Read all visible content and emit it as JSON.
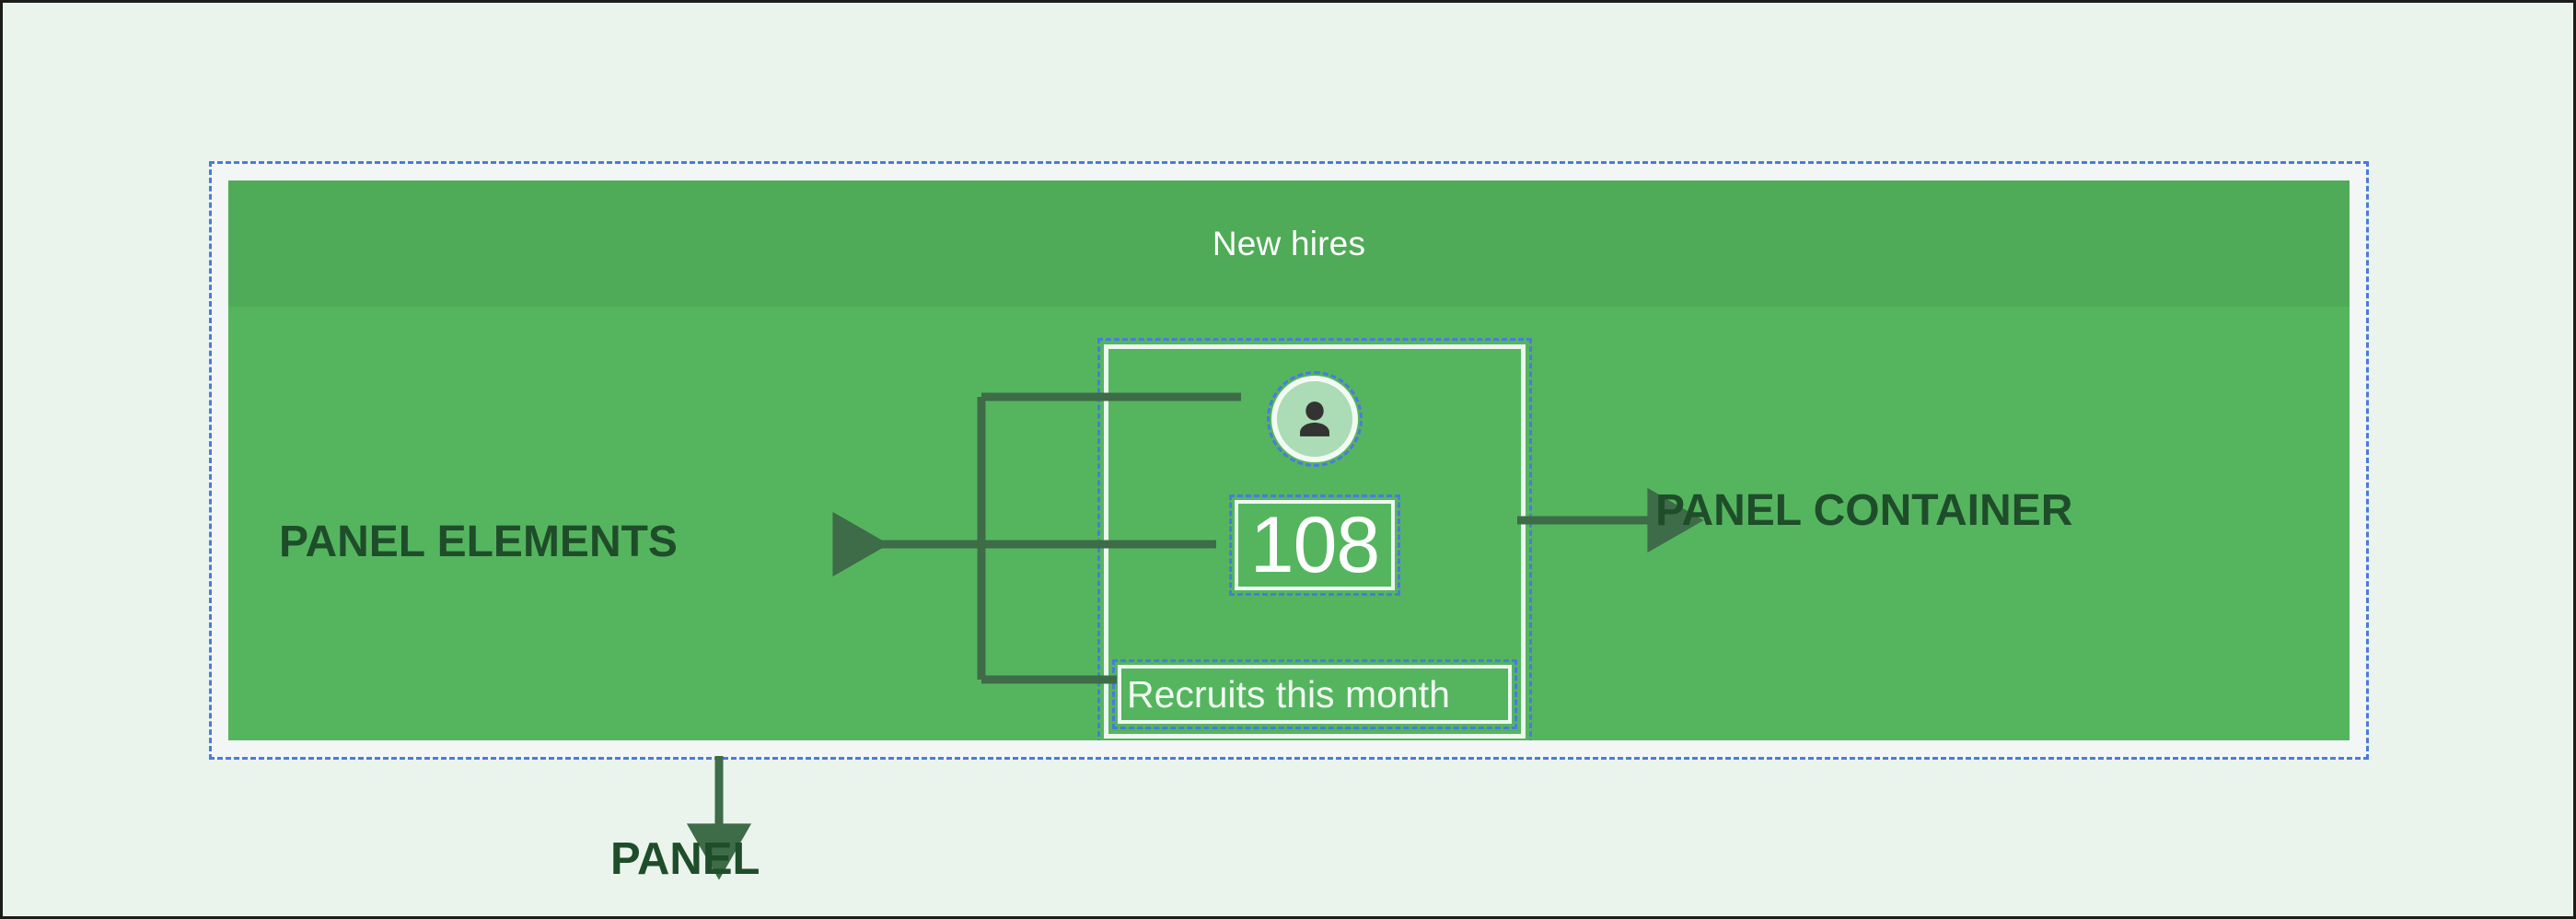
{
  "page": {
    "background_color": "#eaf4ec",
    "border_color": "#1c1c1c",
    "accent_dashed_color": "#4a7ae0",
    "panel_green": "#55b55f",
    "panel_header_green": "#4fab57",
    "annotation_text_color": "#1f4d2a",
    "connector_color": "#3e6b48"
  },
  "panel": {
    "header": {
      "title": "New hires"
    },
    "container": {
      "avatar": {
        "icon": "user-avatar-icon",
        "circle_fill": "#abdcb5",
        "glyph_color": "#333333"
      },
      "value": "108",
      "label": "Recruits this month"
    }
  },
  "annotations": {
    "panel_elements": "PANEL ELEMENTS",
    "panel_container": "PANEL CONTAINER",
    "panel": "PANEL"
  }
}
